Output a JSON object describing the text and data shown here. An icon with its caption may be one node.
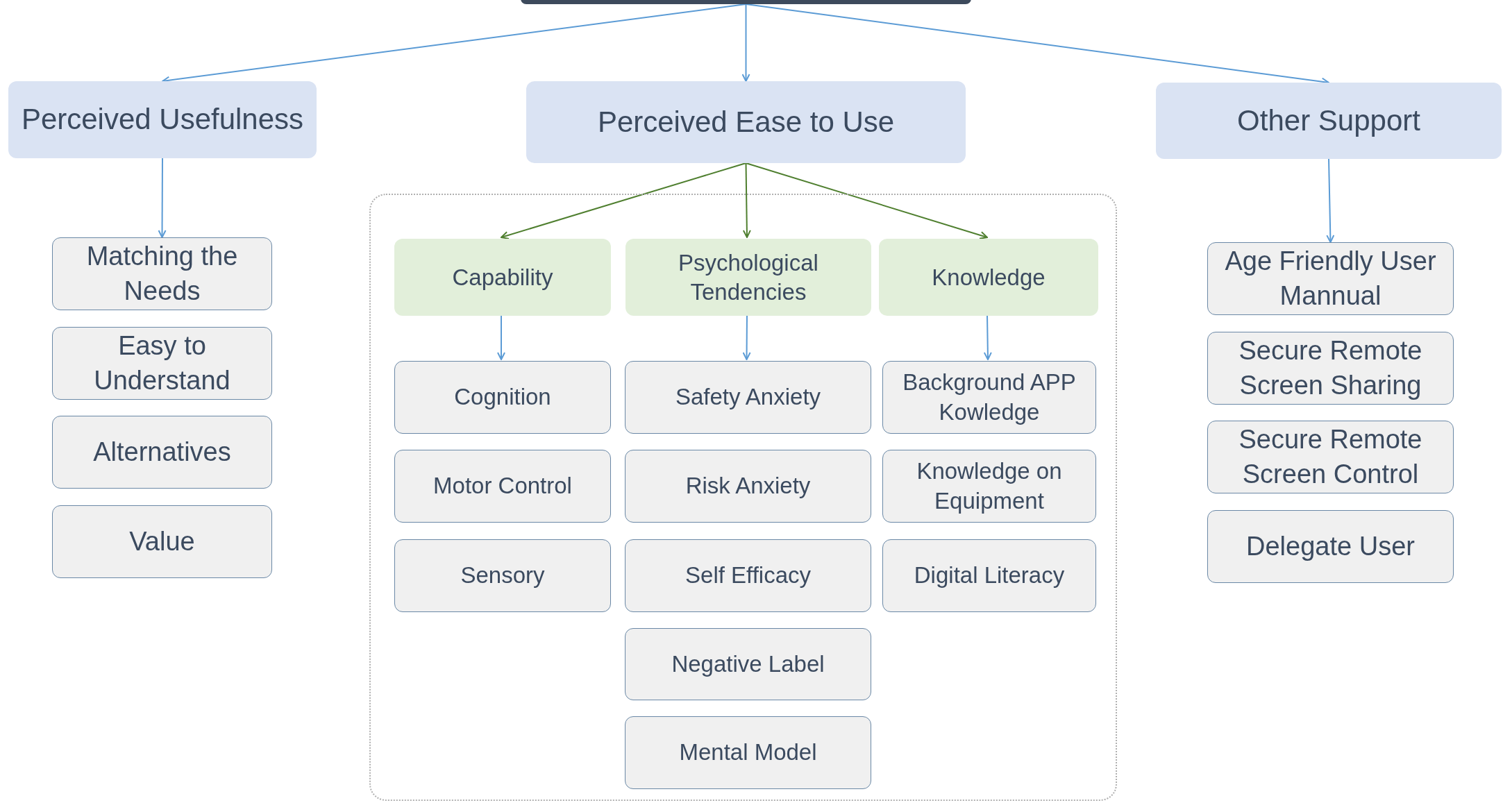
{
  "diagram": {
    "nodes": [
      {
        "text": [],
        "shape": "box"
      },
      {
        "text": [
          "Perceived Usefulness"
        ]
      },
      {
        "text": [
          "Perceived Ease to Use"
        ]
      },
      {
        "text": [
          "Other Support"
        ]
      },
      {
        "text": [
          "Matching the Needs"
        ]
      },
      {
        "text": [
          "Easy to Understand"
        ]
      },
      {
        "text": [
          "Alternatives"
        ]
      },
      {
        "text": [
          "Value"
        ]
      },
      {
        "text": [],
        "shape": "box"
      },
      {
        "text": [
          "Capability"
        ],
        "in": 8
      },
      {
        "text": [
          "Psychological Tendencies"
        ],
        "in": 8
      },
      {
        "text": [
          "Knowledge"
        ],
        "in": 8
      },
      {
        "text": [
          "Cognition"
        ],
        "in": 8
      },
      {
        "text": [
          "Safety Anxiety"
        ],
        "in": 8
      },
      {
        "text": [
          "Background APP Kowledge"
        ],
        "in": 8
      },
      {
        "text": [
          "Motor Control"
        ],
        "in": 8
      },
      {
        "text": [
          "Risk Anxiety"
        ],
        "in": 8
      },
      {
        "text": [
          "Knowledge on Equipment"
        ],
        "in": 8
      },
      {
        "text": [
          "Sensory"
        ],
        "in": 8
      },
      {
        "text": [
          "Self Efficacy"
        ],
        "in": 8
      },
      {
        "text": [
          "Digital Literacy"
        ],
        "in": 8
      },
      {
        "text": [
          "Negative Label"
        ],
        "in": 8
      },
      {
        "text": [
          "Mental Model"
        ],
        "in": 8
      },
      {
        "text": [
          "Age Friendly User Mannual"
        ]
      },
      {
        "text": [
          "Secure Remote Screen Sharing"
        ]
      },
      {
        "text": [
          "Secure Remote Screen Control"
        ]
      },
      {
        "text": [
          "Delegate User"
        ]
      }
    ],
    "edges": [
      {
        "from": 0,
        "to": 1,
        "arrow": "to"
      },
      {
        "from": 0,
        "to": 2,
        "arrow": "to"
      },
      {
        "from": 0,
        "to": 3,
        "arrow": "to"
      },
      {
        "from": 1,
        "to": 4,
        "arrow": "to"
      },
      {
        "from": 2,
        "to": 9,
        "arrow": "to",
        "color": "#4f7f2f"
      },
      {
        "from": 2,
        "to": 10,
        "arrow": "to",
        "color": "#4f7f2f"
      },
      {
        "from": 2,
        "to": 11,
        "arrow": "to",
        "color": "#4f7f2f"
      },
      {
        "from": 9,
        "to": 12,
        "arrow": "to"
      },
      {
        "from": 10,
        "to": 13,
        "arrow": "to"
      },
      {
        "from": 11,
        "to": 14,
        "arrow": "to"
      },
      {
        "from": 3,
        "to": 23,
        "arrow": "to"
      }
    ]
  }
}
